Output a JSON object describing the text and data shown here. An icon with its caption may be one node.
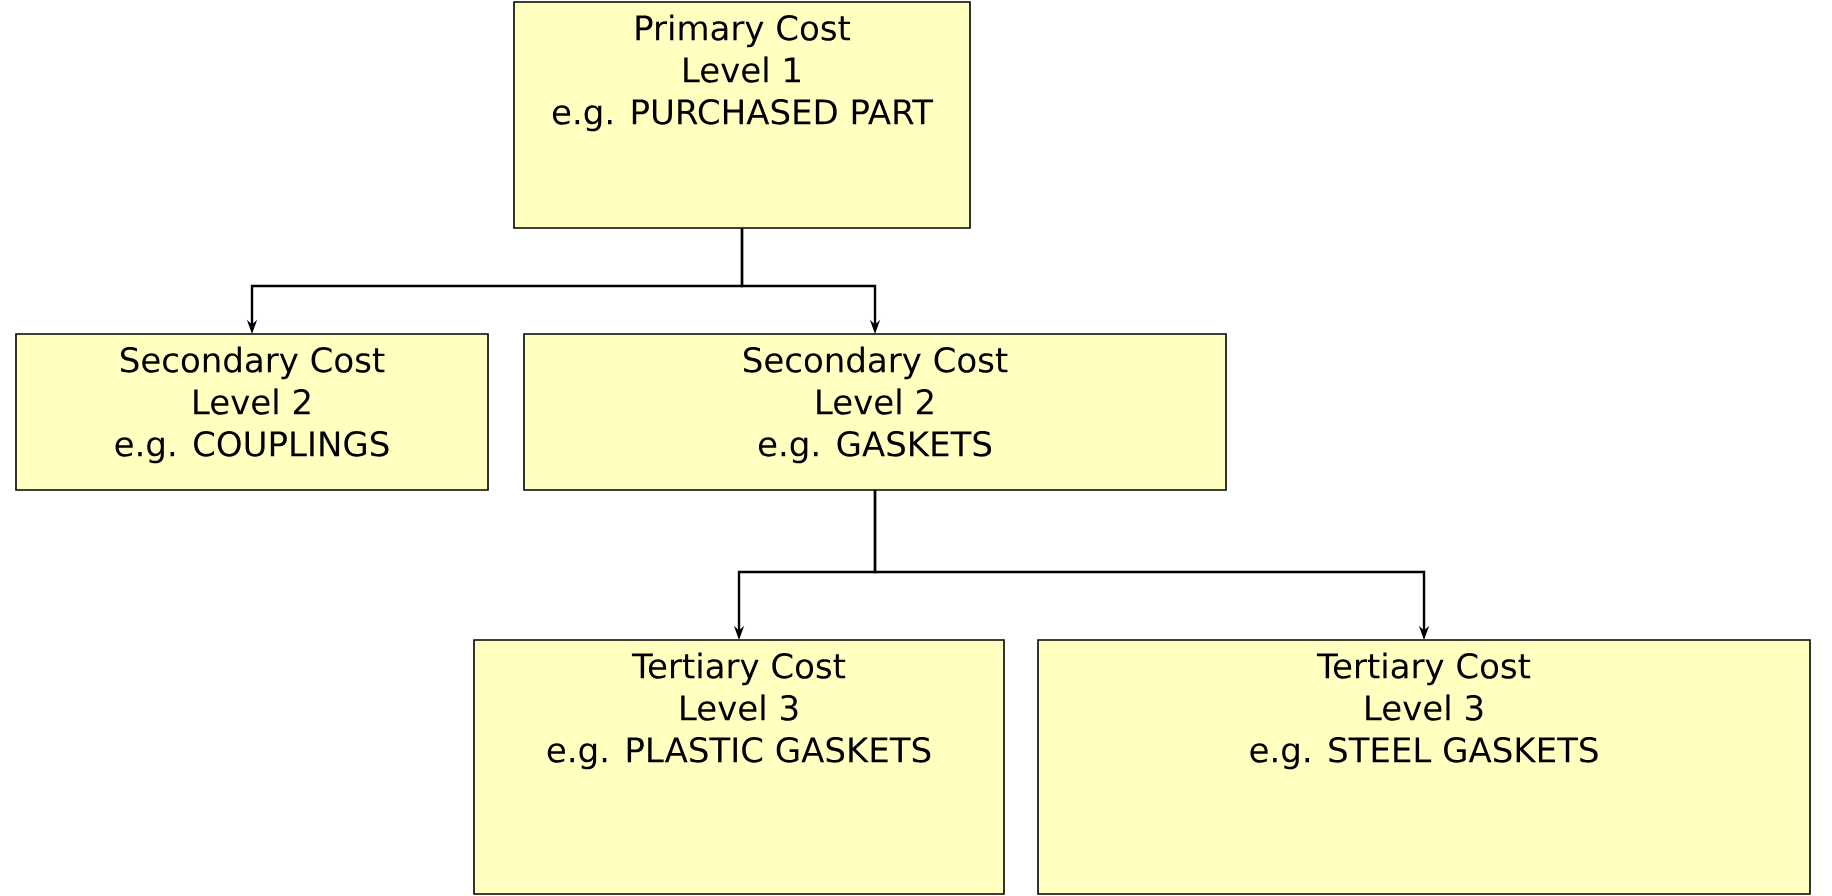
{
  "diagram": {
    "nodes": [
      {
        "text": [
          "Primary Cost",
          "Level 1",
          "e.g. PURCHASED PART"
        ]
      },
      {
        "text": [
          "Secondary Cost",
          "Level 2",
          "e.g. COUPLINGS"
        ]
      },
      {
        "text": [
          "Secondary Cost",
          "Level 2",
          "e.g. GASKETS"
        ]
      },
      {
        "text": [
          "Tertiary Cost",
          "Level 3",
          "e.g. PLASTIC GASKETS"
        ]
      },
      {
        "text": [
          "Tertiary Cost",
          "Level 3",
          "e.g. STEEL GASKETS"
        ]
      }
    ],
    "edges": [
      {
        "from": 0,
        "to": 1,
        "arrow": "to"
      },
      {
        "from": 0,
        "to": 2,
        "arrow": "to"
      },
      {
        "from": 2,
        "to": 3,
        "arrow": "to"
      },
      {
        "from": 2,
        "to": 4,
        "arrow": "to"
      }
    ]
  }
}
